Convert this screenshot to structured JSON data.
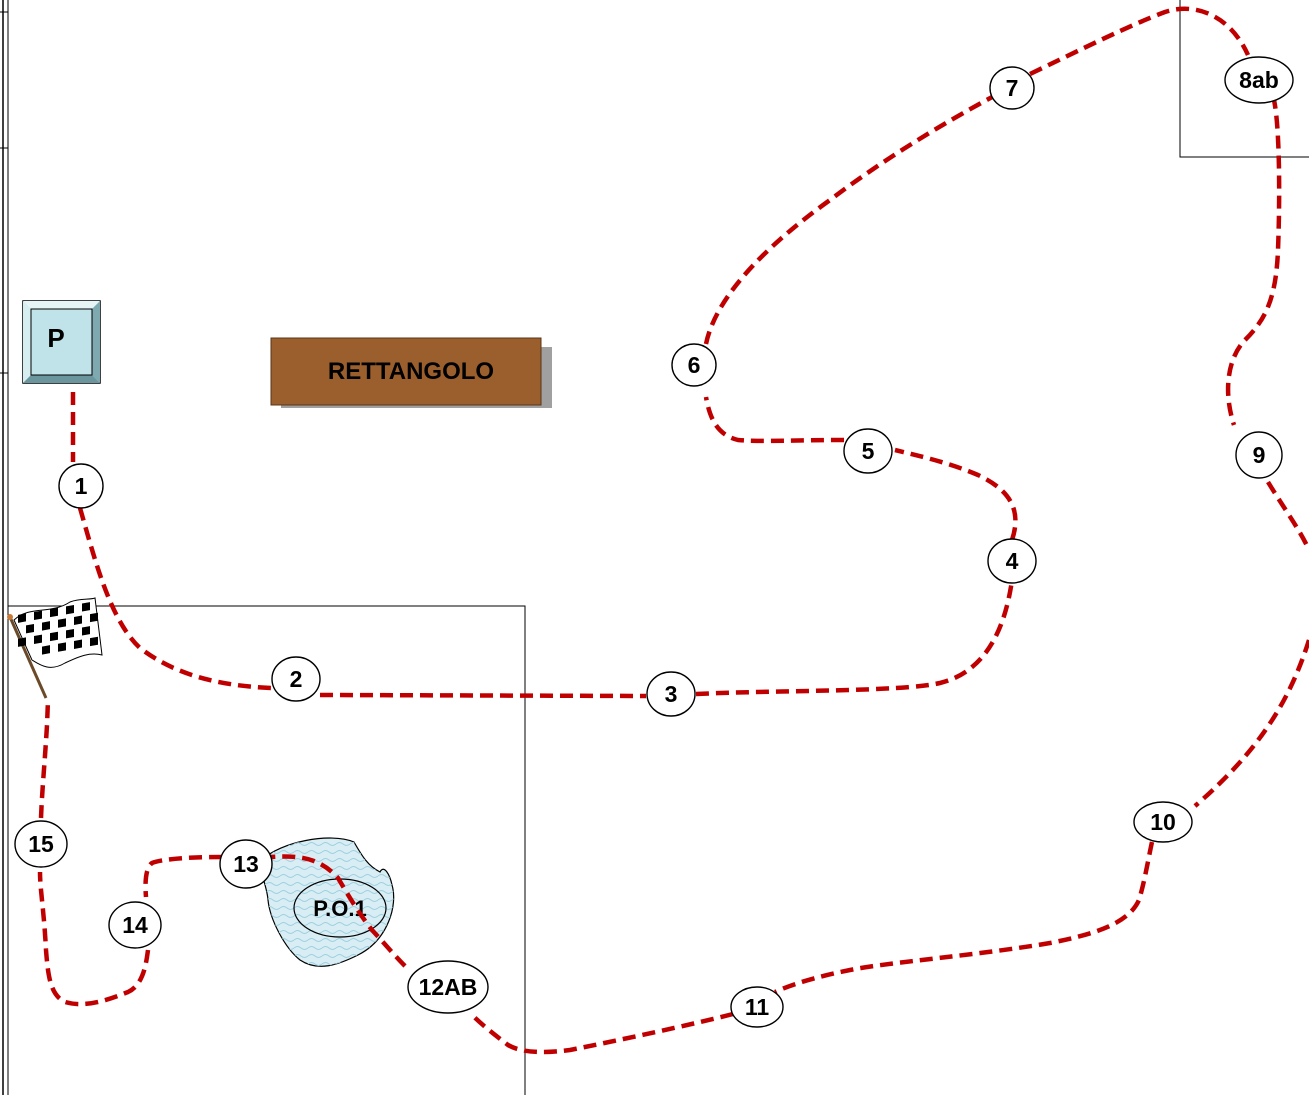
{
  "map": {
    "parking_label": "P",
    "rectangle_label": "RETTANGOLO",
    "poi_label": "P.O.1",
    "route_color": "#c00000",
    "rectangle_color": "#9b5f2e",
    "parking_color": "#bfe3e8",
    "checkpoints": [
      {
        "id": "cp1",
        "label": "1"
      },
      {
        "id": "cp2",
        "label": "2"
      },
      {
        "id": "cp3",
        "label": "3"
      },
      {
        "id": "cp4",
        "label": "4"
      },
      {
        "id": "cp5",
        "label": "5"
      },
      {
        "id": "cp6",
        "label": "6"
      },
      {
        "id": "cp7",
        "label": "7"
      },
      {
        "id": "cp8",
        "label": "8ab"
      },
      {
        "id": "cp9",
        "label": "9"
      },
      {
        "id": "cp10",
        "label": "10"
      },
      {
        "id": "cp11",
        "label": "11"
      },
      {
        "id": "cp12",
        "label": "12AB"
      },
      {
        "id": "cp13",
        "label": "13"
      },
      {
        "id": "cp14",
        "label": "14"
      },
      {
        "id": "cp15",
        "label": "15"
      }
    ]
  }
}
